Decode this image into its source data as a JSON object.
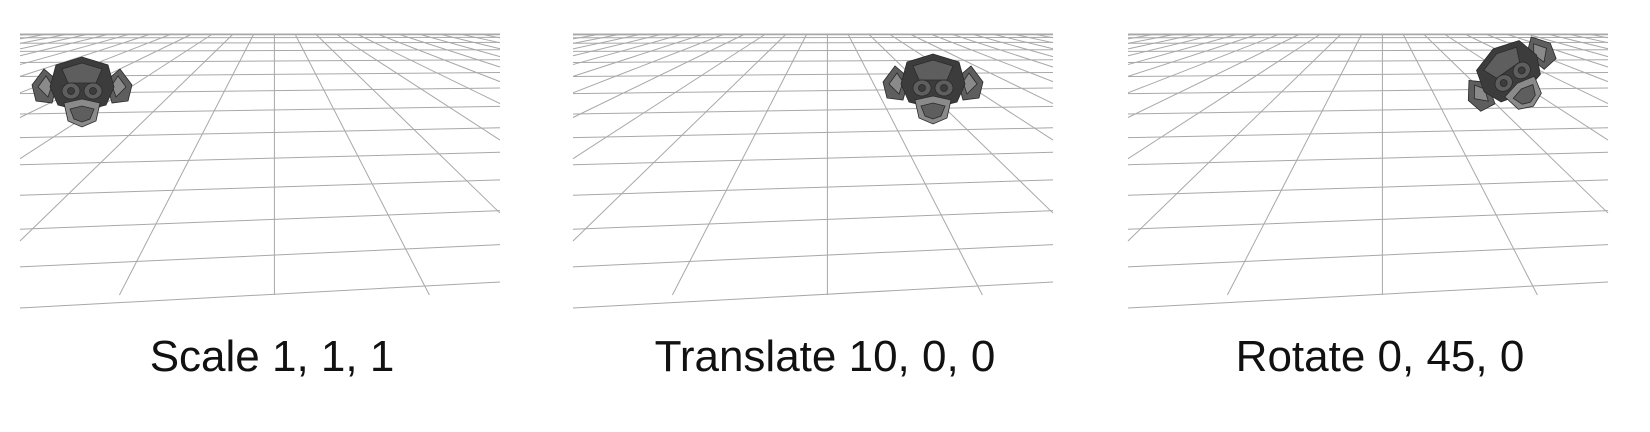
{
  "panels": [
    {
      "caption": "Scale 1, 1, 1",
      "object": "suzanne-monkey-head",
      "transform": {
        "type": "scale",
        "values": [
          1,
          1,
          1
        ]
      }
    },
    {
      "caption": "Translate 10, 0, 0",
      "object": "suzanne-monkey-head",
      "transform": {
        "type": "translate",
        "values": [
          10,
          0,
          0
        ]
      }
    },
    {
      "caption": "Rotate 0, 45, 0",
      "object": "suzanne-monkey-head",
      "transform": {
        "type": "rotate",
        "values": [
          0,
          45,
          0
        ]
      }
    }
  ],
  "colors": {
    "grid": "#a8a8a8",
    "background": "#ffffff",
    "mesh_dark": "#3c3c3c",
    "mesh_mid": "#5e5e5e",
    "mesh_light": "#8a8a8a",
    "text": "#111111"
  }
}
